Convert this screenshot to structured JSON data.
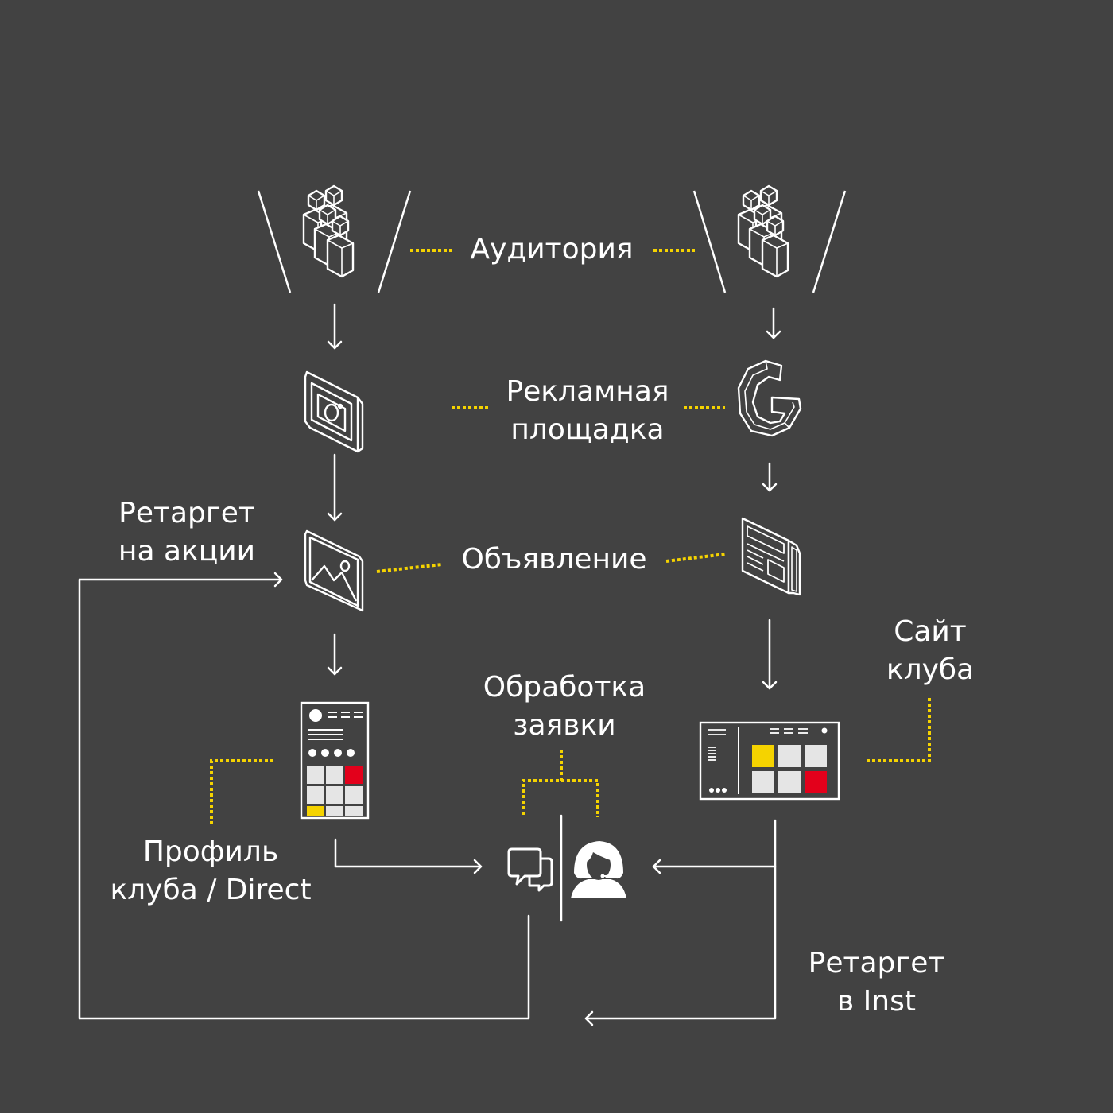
{
  "colors": {
    "background": "#424242",
    "line": "#ffffff",
    "accent_yellow": "#f5d300",
    "accent_red": "#e3001b",
    "tile_grey": "#e5e5e5"
  },
  "labels": {
    "audience": "Аудитория",
    "ad_platform_line1": "Рекламная",
    "ad_platform_line2": "площадка",
    "ad": "Объявление",
    "retarget_promo_line1": "Ретаргет",
    "retarget_promo_line2": "на акции",
    "request_line1": "Обработка",
    "request_line2": "заявки",
    "site_line1": "Сайт",
    "site_line2": "клуба",
    "profile_line1": "Профиль",
    "profile_line2": "клуба / Direct",
    "retarget_inst_line1": "Ретаргет",
    "retarget_inst_line2": "в Inst"
  },
  "icons": [
    "audience-group-icon",
    "instagram-icon",
    "google-icon",
    "image-ad-icon",
    "article-ad-icon",
    "profile-page-icon",
    "website-icon",
    "chat-icon",
    "operator-headset-icon"
  ]
}
